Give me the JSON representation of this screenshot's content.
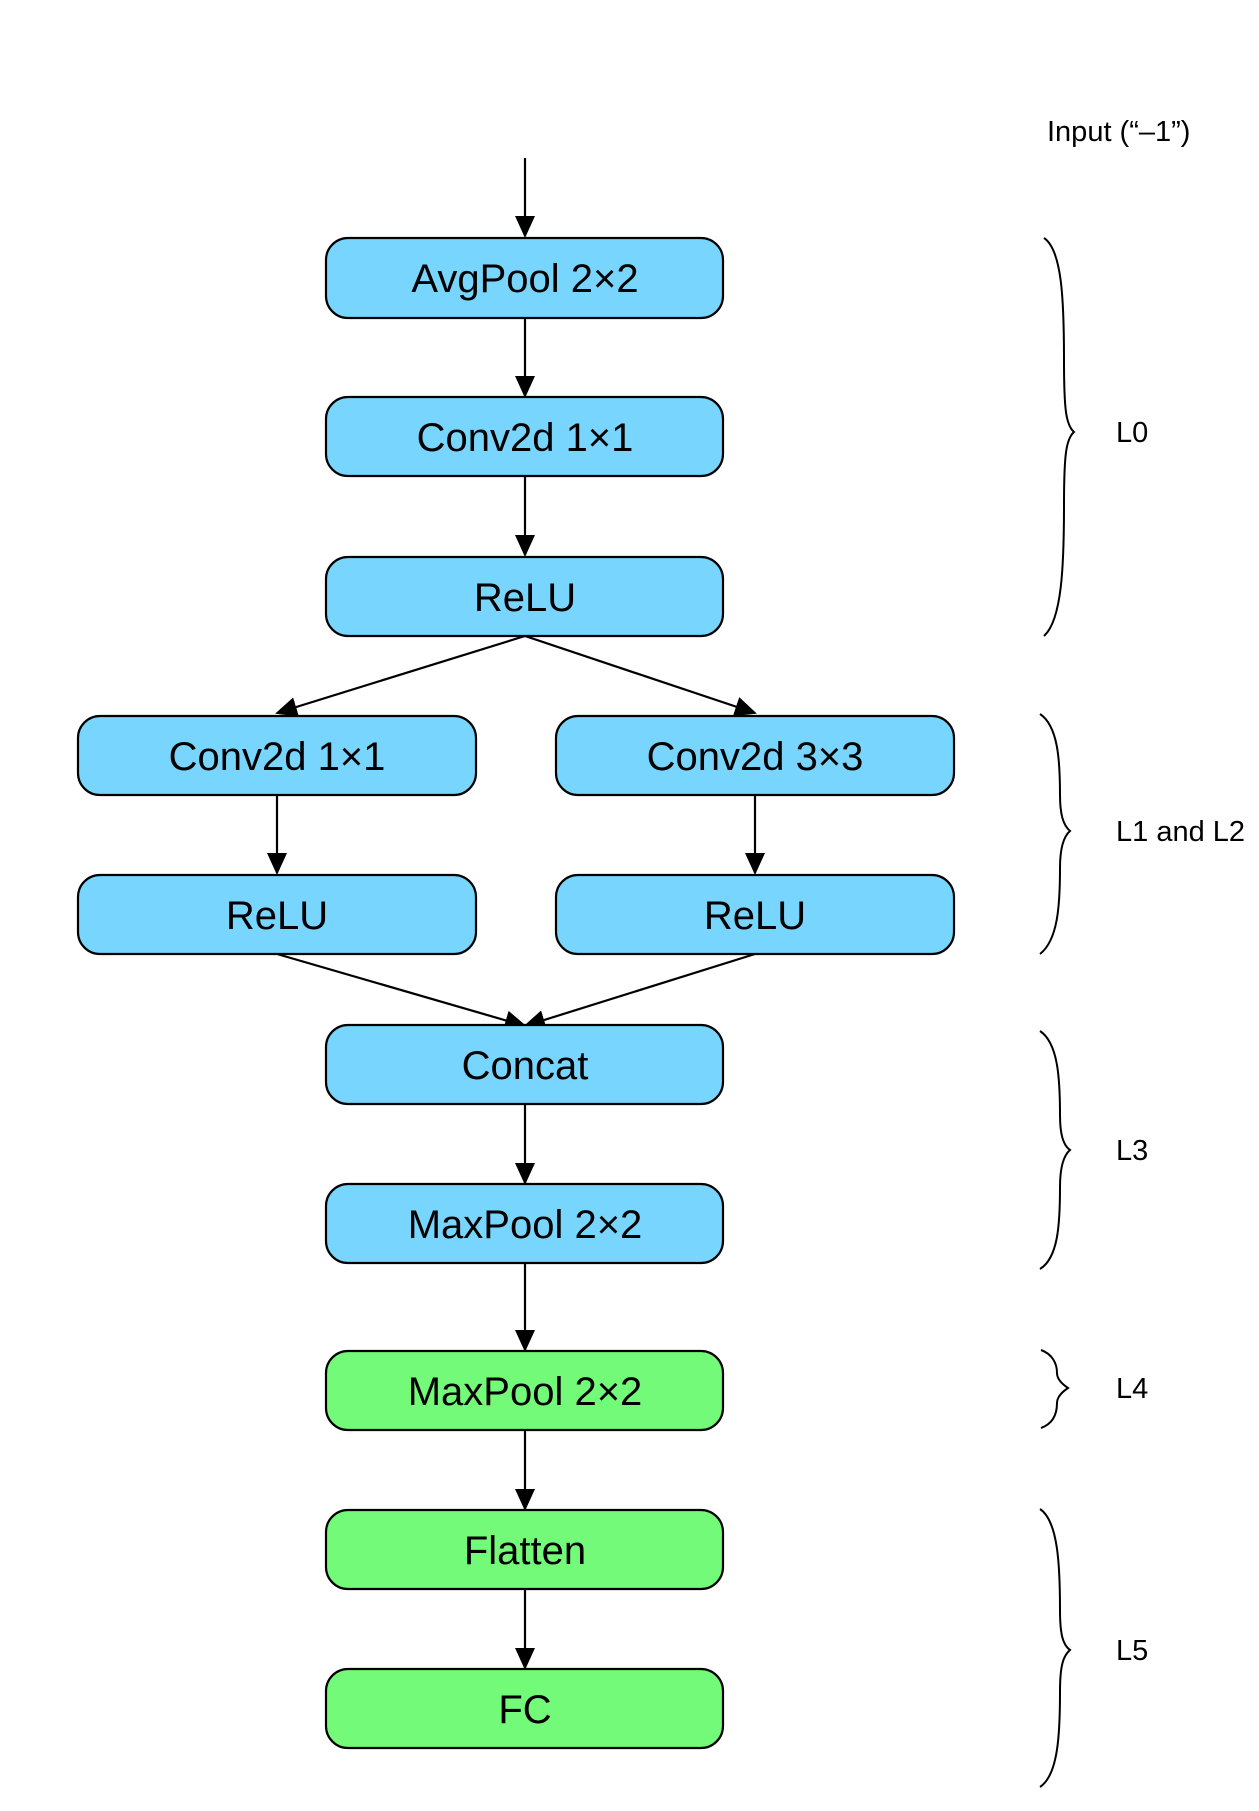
{
  "input_label": "Input (“–1”)",
  "colors": {
    "blue_node": "#78d6fe",
    "green_node": "#73fa78",
    "stroke": "#000000"
  },
  "nodes": {
    "avgpool": "AvgPool 2×2",
    "conv_a": "Conv2d 1×1",
    "relu_a": "ReLU",
    "conv_b": "Conv2d 1×1",
    "conv_c": "Conv2d 3×3",
    "relu_b": "ReLU",
    "relu_c": "ReLU",
    "concat": "Concat",
    "maxpool_a": "MaxPool 2×2",
    "maxpool_b": "MaxPool 2×2",
    "flatten": "Flatten",
    "fc": "FC"
  },
  "groups": {
    "l0": "L0",
    "l1_l2": "L1 and L2",
    "l3": "L3",
    "l4": "L4",
    "l5": "L5"
  }
}
